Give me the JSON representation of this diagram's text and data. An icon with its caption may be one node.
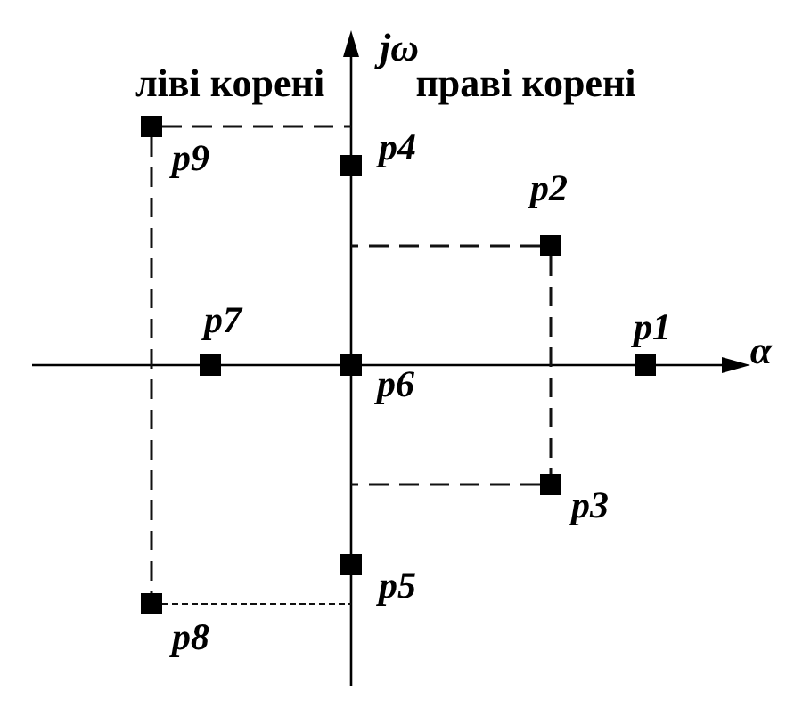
{
  "diagram": {
    "nodes": [
      {
        "text": [],
        "shape": "box",
        "beside": [
          "p1"
        ]
      },
      {
        "text": [],
        "shape": "box",
        "beside": [
          "p2"
        ]
      },
      {
        "text": [],
        "shape": "box",
        "beside": [
          "p3"
        ]
      },
      {
        "text": [],
        "shape": "box",
        "beside": [
          "p4"
        ]
      },
      {
        "text": [],
        "shape": "box",
        "beside": [
          "p5"
        ]
      },
      {
        "text": [],
        "shape": "box",
        "beside": [
          "p6"
        ]
      },
      {
        "text": [],
        "shape": "box",
        "beside": [
          "p7"
        ]
      },
      {
        "text": [],
        "shape": "box",
        "beside": [
          "p8"
        ]
      },
      {
        "text": [],
        "shape": "box",
        "beside": [
          "p9"
        ]
      }
    ],
    "edges": [
      {
        "from": 8,
        "to": null,
        "arrow": "none",
        "style": "dashed"
      },
      {
        "from": 8,
        "to": 7,
        "arrow": "none",
        "style": "dashed"
      },
      {
        "from": 1,
        "to": null,
        "arrow": "none",
        "style": "dashed"
      },
      {
        "from": 1,
        "to": 2,
        "arrow": "none",
        "style": "dashed"
      },
      {
        "from": 2,
        "to": null,
        "arrow": "none",
        "style": "dashed"
      },
      {
        "from": 7,
        "to": null,
        "arrow": "none",
        "style": "dashed"
      }
    ],
    "labels": [
      "jω",
      "ліві корені",
      "праві корені",
      "α"
    ]
  }
}
